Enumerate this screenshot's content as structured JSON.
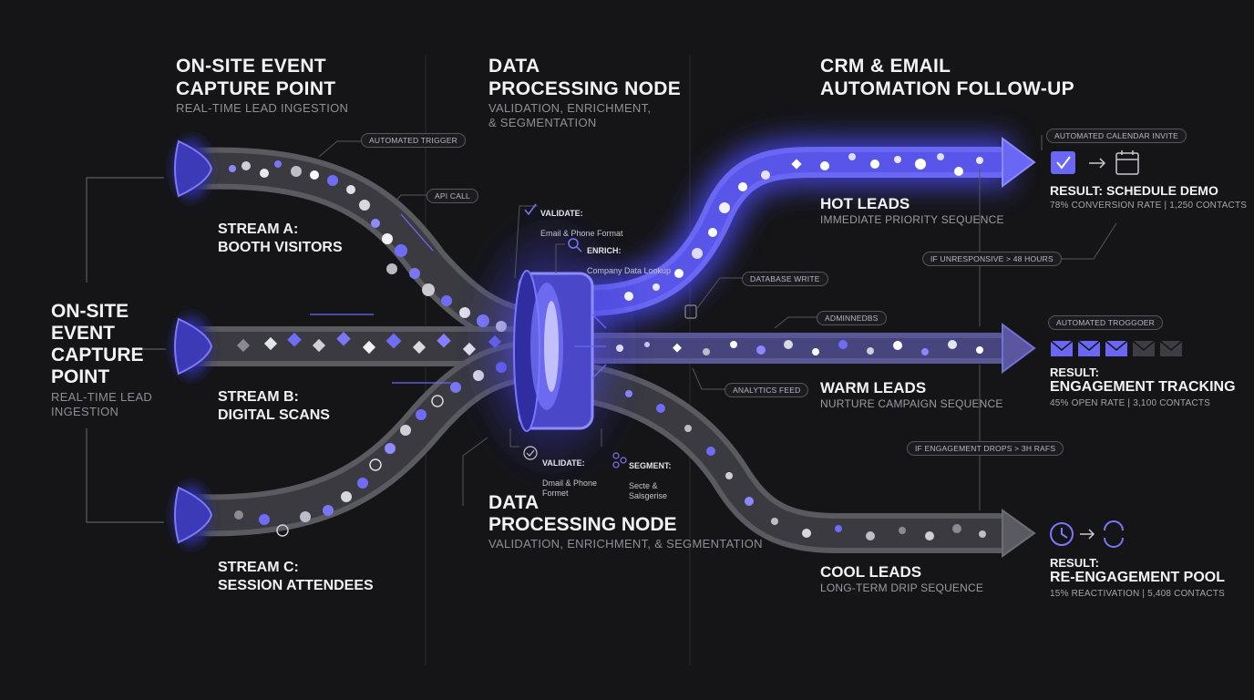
{
  "columns": {
    "capture": {
      "title": "ON-SITE EVENT\nCAPTURE POINT",
      "subtitle": "REAL-TIME LEAD INGESTION"
    },
    "processing": {
      "title": "DATA\nPROCESSING NODE",
      "subtitle": "VALIDATION, ENRICHMENT,\n& SEGMENTATION"
    },
    "crm": {
      "title": "CRM & EMAIL\nAUTOMATION FOLLOW-UP"
    }
  },
  "left_label": {
    "title": "ON-SITE\nEVENT\nCAPTURE\nPOINT",
    "subtitle": "REAL-TIME LEAD\nINGESTION"
  },
  "streams": [
    {
      "label": "STREAM A:\nBOOTH VISITORS"
    },
    {
      "label": "STREAM B:\nDIGITAL SCANS"
    },
    {
      "label": "STREAM C:\nSESSION ATTENDEES"
    }
  ],
  "node_label": {
    "title": "DATA\nPROCESSING NODE",
    "subtitle": "VALIDATION, ENRICHMENT, & SEGMENTATION"
  },
  "chips": {
    "automated_trigger": "AUTOMATED TRIGGER",
    "api_call": "API CALL",
    "database_write": "DATABASE WRITE",
    "adminnedbs": "ADMINNEDBS",
    "analytics_feed": "ANALYTICS FEED",
    "calendar_invite": "AUTOMATED CALENDAR INVITE",
    "if_unresponsive": "IF UNRESPONSIVE > 48 HOURS",
    "automated_troggoer": "AUTOMATED TROGGOER",
    "if_engagement_drops": "IF ENGAGEMENT DROPS > 3H RAFS"
  },
  "annotations": {
    "validate_top": {
      "title": "VALIDATE:",
      "body": "Email & Phone Format"
    },
    "enrich": {
      "title": "ENRICH:",
      "body": "Company Data Lookup"
    },
    "validate_bottom": {
      "title": "VALIDATE:",
      "body": "Dmail & Phone\nFormet"
    },
    "segment": {
      "title": "SEGMENT:",
      "body": "Secte &\nSalsgerise"
    }
  },
  "leads": [
    {
      "name": "HOT LEADS",
      "sequence": "IMMEDIATE PRIORITY SEQUENCE",
      "result_label": "RESULT: SCHEDULE DEMO",
      "result_stats": "78% CONVERSION RATE | 1,250 CONTACTS"
    },
    {
      "name": "WARM LEADS",
      "sequence": "NURTURE CAMPAIGN SEQUENCE",
      "result_label": "RESULT:",
      "result_title": "ENGAGEMENT TRACKING",
      "result_stats": "45% OPEN RATE | 3,100 CONTACTS"
    },
    {
      "name": "COOL LEADS",
      "sequence": "LONG-TERM DRIP SEQUENCE",
      "result_label": "RESULT:",
      "result_title": "RE-ENGAGEMENT POOL",
      "result_stats": "15% REACTIVATION | 5,408 CONTACTS"
    }
  ],
  "colors": {
    "accent": "#6f6cf6",
    "glow": "#4f4df0",
    "pipe": "#55555c",
    "bg": "#151517"
  }
}
